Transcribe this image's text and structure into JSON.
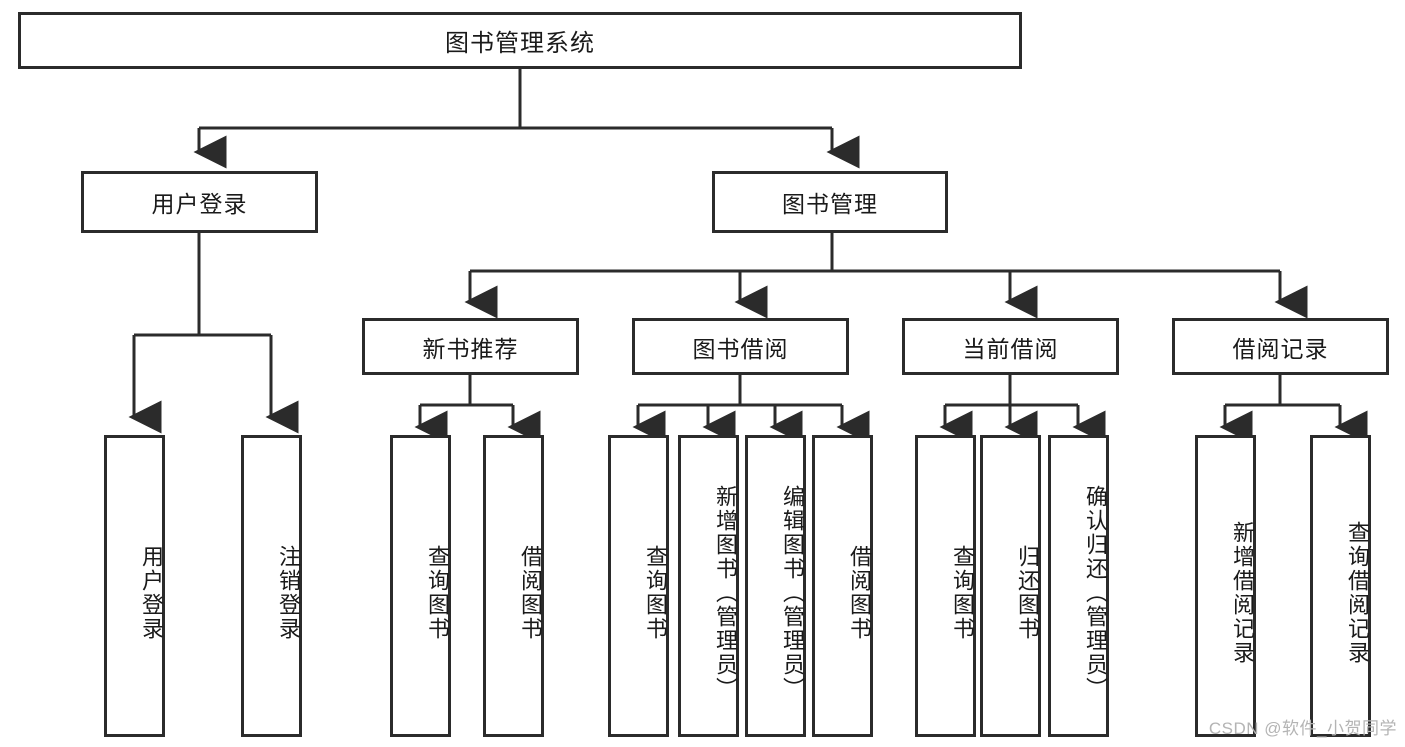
{
  "diagram": {
    "title": "图书管理系统",
    "type": "tree-hierarchy-diagram",
    "colors": {
      "stroke": "#2b2b2b",
      "fill": "#ffffff",
      "text": "#1a1a1a",
      "watermark": "#b4b4b4"
    },
    "root": {
      "label": "图书管理系统"
    },
    "level2": [
      {
        "label": "用户登录"
      },
      {
        "label": "图书管理"
      }
    ],
    "level3": [
      {
        "label": "新书推荐"
      },
      {
        "label": "图书借阅"
      },
      {
        "label": "当前借阅"
      },
      {
        "label": "借阅记录"
      }
    ],
    "leaves": {
      "user_login": [
        {
          "label": "用户登录"
        },
        {
          "label": "注销登录"
        }
      ],
      "new_book_recommend": [
        {
          "label": "查询图书"
        },
        {
          "label": "借阅图书"
        }
      ],
      "book_borrow": [
        {
          "label": "查询图书"
        },
        {
          "label": "新增图书（管理员）"
        },
        {
          "label": "编辑图书（管理员）"
        },
        {
          "label": "借阅图书"
        }
      ],
      "current_borrow": [
        {
          "label": "查询图书"
        },
        {
          "label": "归还图书"
        },
        {
          "label": "确认归还（管理员）"
        }
      ],
      "borrow_record": [
        {
          "label": "新增借阅记录"
        },
        {
          "label": "查询借阅记录"
        }
      ]
    },
    "watermark": "CSDN @软件_小贺同学"
  }
}
